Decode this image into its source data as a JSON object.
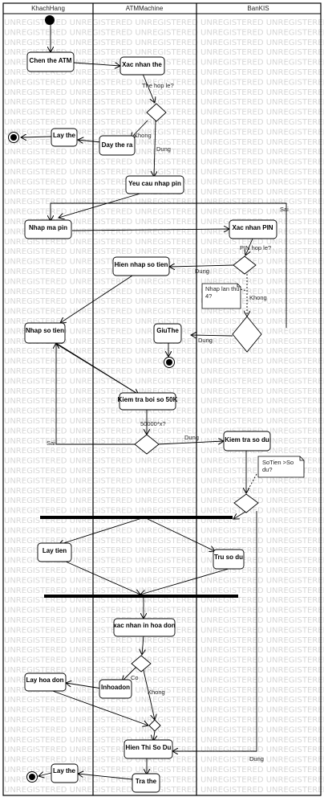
{
  "watermark": "UNREGISTERED",
  "lanes": [
    {
      "id": "khachhang",
      "title": "KhachHang"
    },
    {
      "id": "atm",
      "title": "ATMMachine"
    },
    {
      "id": "bank",
      "title": "BanKIS"
    }
  ],
  "actions": {
    "chen_the": "Chen the ATM",
    "xac_nhan_the": "Xac nhan the",
    "lay_the_1": "Lay the",
    "day_the_ra": "Day the ra",
    "yeu_cau_nhap_pin": "Yeu cau nhap pin",
    "nhap_ma_pin": "Nhap ma pin",
    "xac_nhan_pin": "Xac nhan PIN",
    "hien_nhap_so_tien": "Hien nhap so tien",
    "nhap_so_tien": "Nhap so tien",
    "giu_the": "GiuThe",
    "kiem_tra_boi_so": "Kiem tra boi so 50K",
    "kiem_tra_so_du": "Kiem tra so du",
    "lay_tien": "Lay tien",
    "tru_so_du": "Tru so du",
    "xac_nhan_in_hoa_don": "xac nhan in hoa don",
    "lay_hoa_don": "Lay hoa don",
    "inhoadon": "Inhoadon",
    "hien_thi_so_du": "Hien Thi So Du",
    "lay_the_2": "Lay the",
    "tra_the": "Tra the"
  },
  "guards": {
    "the_hop_le": "The hop le?",
    "khong_1": "Khong",
    "dung_1": "Dung",
    "sai_1": "Sai",
    "pin_hop_le": "PIN hop le?",
    "dung_2": "Dung",
    "khong_2": "Khong",
    "dung_3": "Dung",
    "boi_so_guard": "50000*x?",
    "sai_2": "Sai",
    "dung_4": "Dung",
    "co": "Co",
    "khong_3": "Khong",
    "dung_5": "Dung"
  },
  "notes": {
    "nhap_lan_thu": [
      "Nhap lan thu",
      "4?"
    ],
    "so_tien_so_du": [
      "SoTien >So",
      "du?"
    ]
  }
}
